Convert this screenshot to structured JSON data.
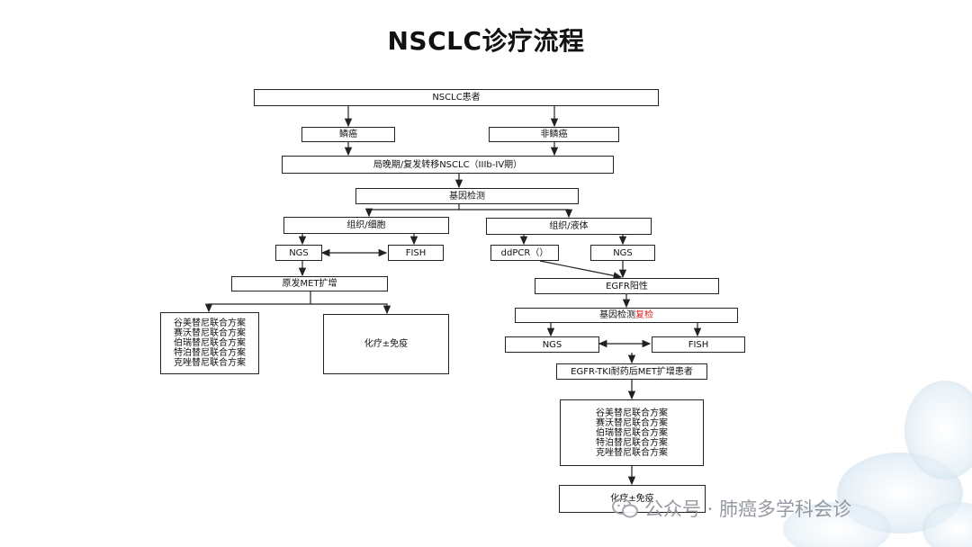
{
  "title": "NSCLC诊疗流程",
  "nodes": {
    "patient": "NSCLC患者",
    "squamous": "鳞癌",
    "nonsquamous": "非鳞癌",
    "stage": "局晚期/复发转移NSCLC（IIIb-IV期）",
    "gene_test": "基因检测",
    "tissue_cell": "组织/细胞",
    "tissue_liquid": "组织/液体",
    "ngs_left": "NGS",
    "fish_left": "FISH",
    "ddpcr": "ddPCR（）",
    "ngs_right": "NGS",
    "primary_met": "原发MET扩增",
    "egfr_pos": "EGFR阳性",
    "regimens_left": [
      "谷美替尼联合方案",
      "赛沃替尼联合方案",
      "伯瑞替尼联合方案",
      "特泊替尼联合方案",
      "克唑替尼联合方案"
    ],
    "chemo_left": "化疗±免疫",
    "retest_prefix": "基因检测",
    "retest_highlight": "复检",
    "ngs_retest": "NGS",
    "fish_retest": "FISH",
    "egfr_tki": "EGFR-TKI耐药后MET扩增患者",
    "regimens_right": [
      "谷美替尼联合方案",
      "赛沃替尼联合方案",
      "伯瑞替尼联合方案",
      "特泊替尼联合方案",
      "克唑替尼联合方案"
    ],
    "chemo_right": "化疗±免疫"
  },
  "watermark": "公众号 · 肺癌多学科会诊",
  "colors": {
    "highlight": "#e02020",
    "line": "#222222"
  }
}
